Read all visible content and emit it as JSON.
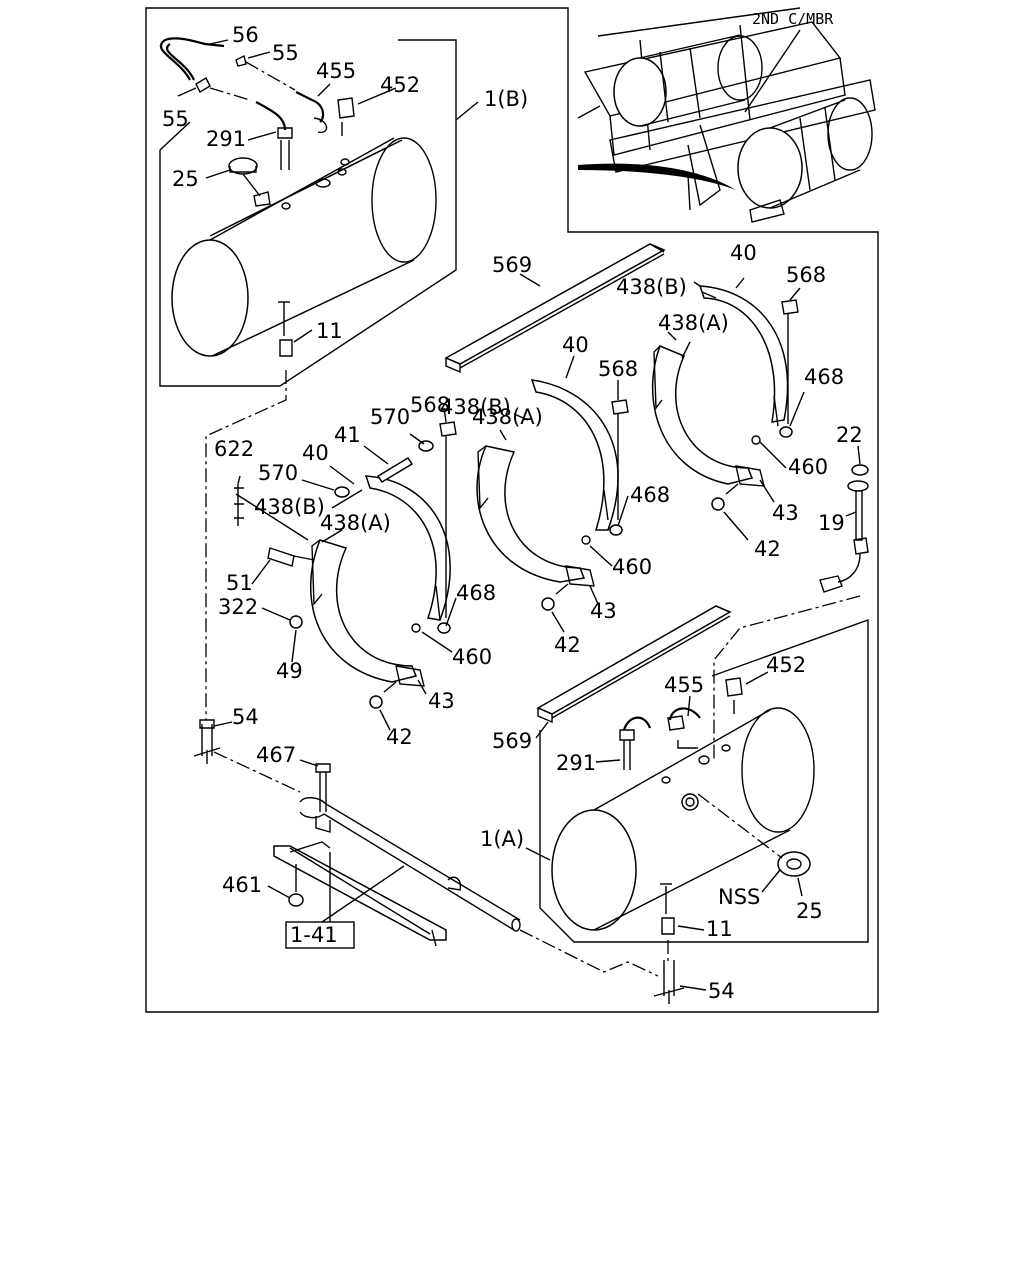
{
  "callouts": {
    "c56": "56",
    "c55a": "55",
    "c55b": "55",
    "c455a": "455",
    "c452a": "452",
    "c1b": "1(B)",
    "c291a": "291",
    "c25a": "25",
    "c11a": "11",
    "c2ndcmbr": "2ND C/MBR",
    "c569a": "569",
    "c40a": "40",
    "c438ba": "438(B)",
    "c568a": "568",
    "c438aa": "438(A)",
    "c468a": "468",
    "c460a": "460",
    "c43a": "43",
    "c42a": "42",
    "c40b": "40",
    "c568b": "568",
    "c438bb": "438(B)",
    "c438ab": "438(A)",
    "c468b": "468",
    "c460b": "460",
    "c43b": "43",
    "c42b": "42",
    "c570a": "570",
    "c568c": "568",
    "c41": "41",
    "c622": "622",
    "c40c": "40",
    "c570b": "570",
    "c438bc": "438(B)",
    "c438ac": "438(A)",
    "c51": "51",
    "c322": "322",
    "c49": "49",
    "c468c": "468",
    "c460c": "460",
    "c43c": "43",
    "c42c": "42",
    "c22": "22",
    "c19": "19",
    "c54a": "54",
    "c467": "467",
    "c461": "461",
    "c1_41": "1-41",
    "c569b": "569",
    "c455b": "455",
    "c452b": "452",
    "c291b": "291",
    "c1a": "1(A)",
    "cNSS": "NSS",
    "c25b": "25",
    "c11b": "11",
    "c54b": "54"
  }
}
